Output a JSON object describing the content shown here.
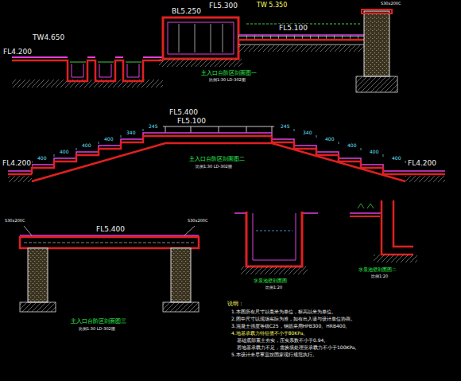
{
  "diagram": {
    "labels": [
      "TW 5.350",
      "BL5.250",
      "FL5.300",
      "FL5.100",
      "TW4.650",
      "FL4.200",
      "S30x200C",
      "主入口台阶区剖面图一",
      "比例1:30 LD-302图",
      "FL5.400",
      "FL5.100",
      "FL4.200",
      "FL4.200",
      "400",
      "400",
      "400",
      "400",
      "340",
      "245",
      "245",
      "340",
      "400",
      "400",
      "400",
      "400",
      "主入口台阶区剖面图二",
      "比例1:30 LD-302图",
      "FL5.400",
      "S30x200C",
      "S30x200C",
      "主入口台阶区剖面图三",
      "比例1:30 LD-302图",
      "水景池壁剖面图",
      "比例1:20",
      "水景池壁剖面图二",
      "比例1:20",
      "说明：",
      "1.本图所有尺寸以毫米为单位，标高以米为单位。",
      "2.图中尺寸以现场实际为准，如有出入请与设计单位协商。",
      "3.混凝土强度等级C25，钢筋采用HPB300、HRB400。",
      "4.地基承载力特征值不小于80KPa。",
      "基础底部素土夯实，压实系数不小于0.94。",
      "若地基承载力不足，需换填处理至承载力不小于100KPa。",
      "5.本设计未尽事宜按国家现行规范执行。"
    ]
  }
}
